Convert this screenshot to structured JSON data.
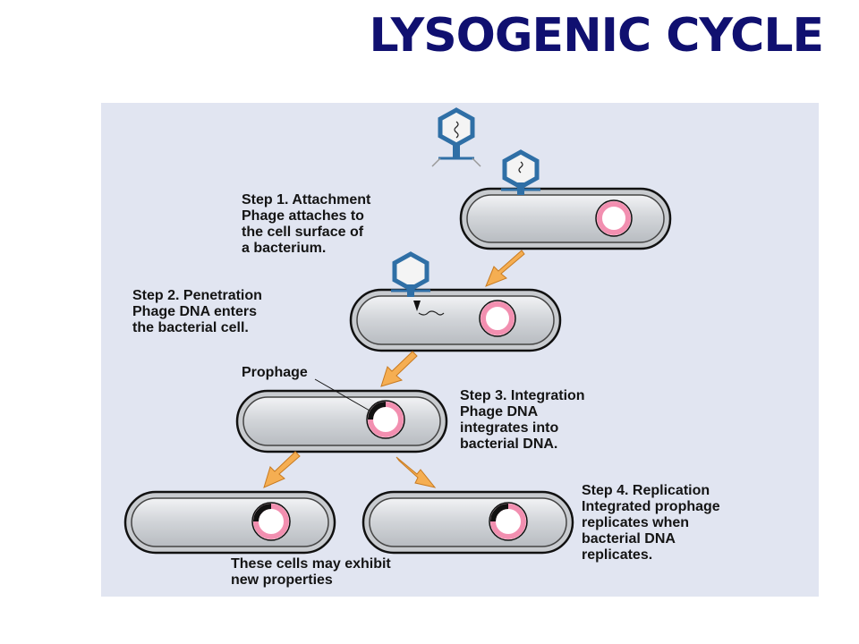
{
  "title": "LYSOGENIC CYCLE",
  "steps": [
    {
      "heading": "Step 1. Attachment",
      "lines": [
        "Phage attaches to",
        "the cell surface of",
        "a bacterium."
      ]
    },
    {
      "heading": "Step 2. Penetration",
      "lines": [
        "Phage DNA enters",
        "the bacterial cell."
      ]
    },
    {
      "heading": "Step 3. Integration",
      "lines": [
        "Phage DNA",
        "integrates into",
        "bacterial DNA."
      ]
    },
    {
      "heading": "Step 4. Replication",
      "lines": [
        "Integrated prophage",
        "replicates when",
        "bacterial DNA",
        "replicates."
      ]
    }
  ],
  "prophage_label": "Prophage",
  "outcome_lines": [
    "These cells may exhibit",
    "new properties"
  ],
  "colors": {
    "title": "#101070",
    "panel": "#e1e5f1",
    "cell": "#cfd2d6",
    "plasmid": "#f28fb0",
    "arrow": "#f5ae52",
    "phage": "#2f6fa6"
  }
}
